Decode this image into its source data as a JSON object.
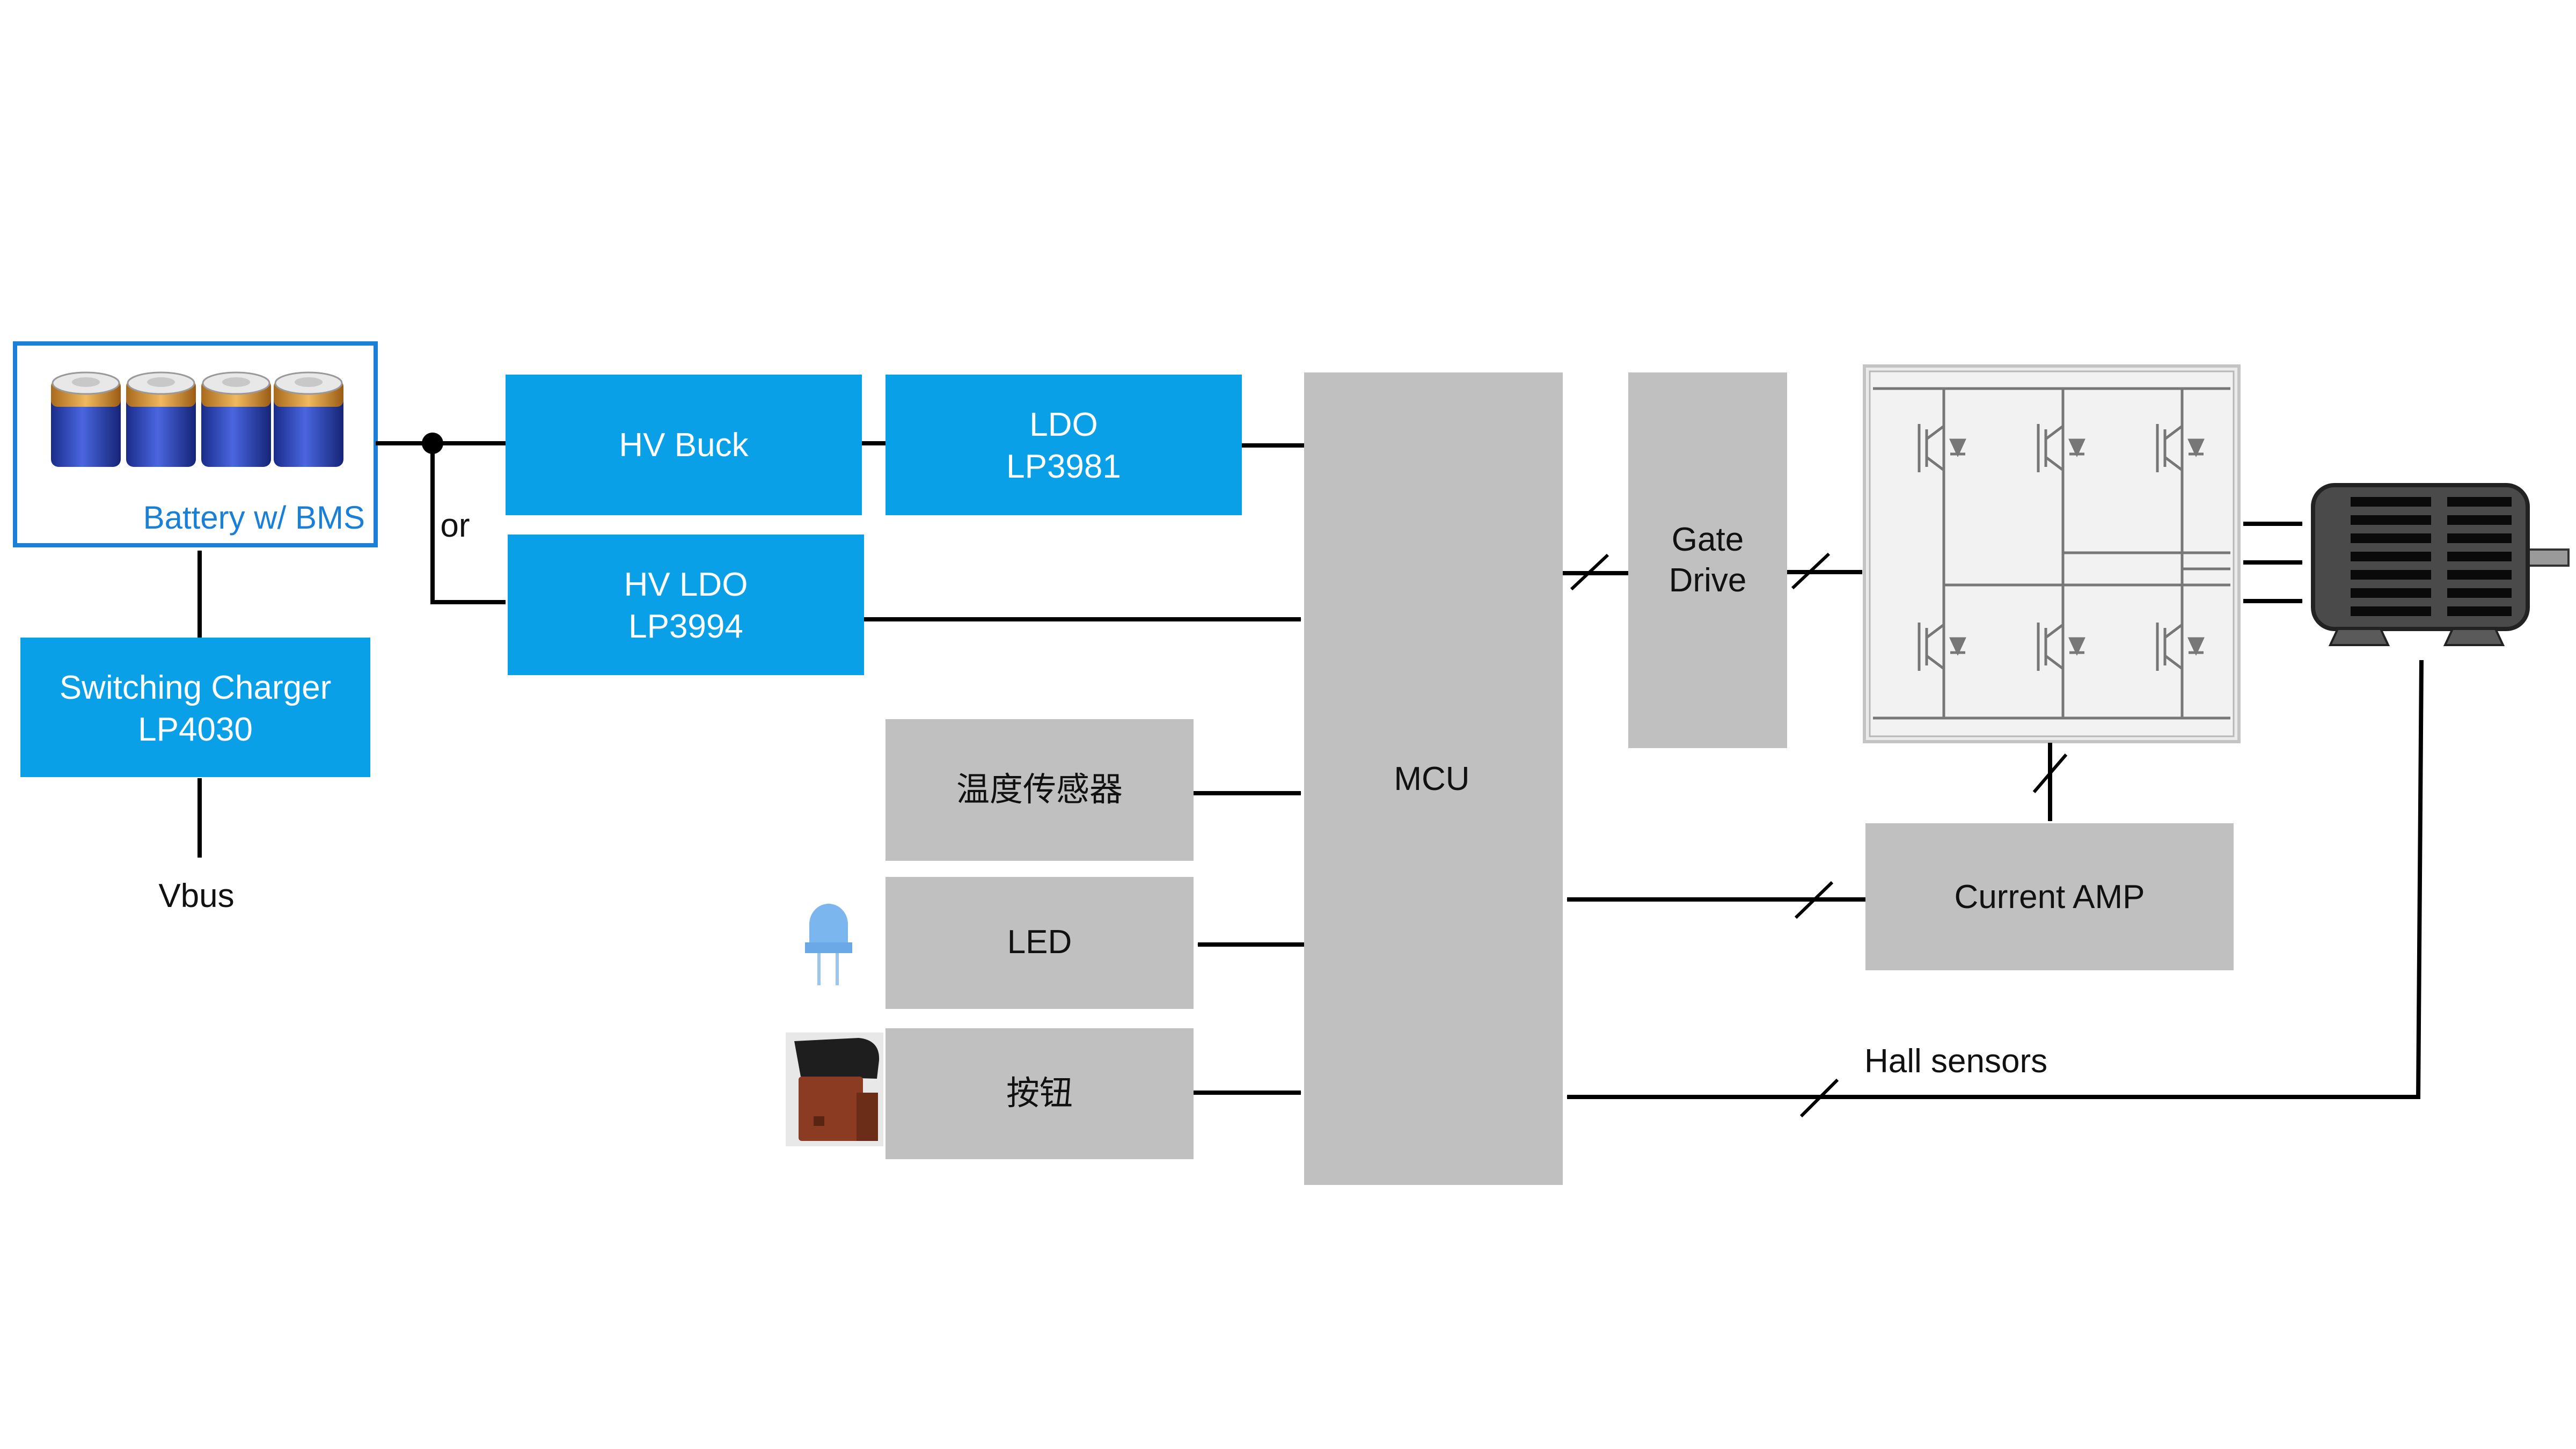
{
  "battery": {
    "label": "Battery w/ BMS"
  },
  "charger": {
    "line1": "Switching Charger",
    "line2": "LP4030"
  },
  "vbus": {
    "label": "Vbus"
  },
  "or_label": "or",
  "hv_buck": {
    "label": "HV Buck"
  },
  "ldo": {
    "line1": "LDO",
    "line2": "LP3981"
  },
  "hv_ldo": {
    "line1": "HV LDO",
    "line2": "LP3994"
  },
  "temp_sensor": {
    "label": "温度传感器"
  },
  "led": {
    "label": "LED"
  },
  "button": {
    "label": "按钮"
  },
  "mcu": {
    "label": "MCU"
  },
  "gate_drive": {
    "line1": "Gate",
    "line2": "Drive"
  },
  "current_amp": {
    "label": "Current AMP"
  },
  "hall": {
    "label": "Hall sensors"
  },
  "colors": {
    "blue_block": "#0aa0e8",
    "gray_block": "#c0c0c0",
    "battery_border": "#1a7fd6",
    "battery_label": "#1a7fd6"
  }
}
